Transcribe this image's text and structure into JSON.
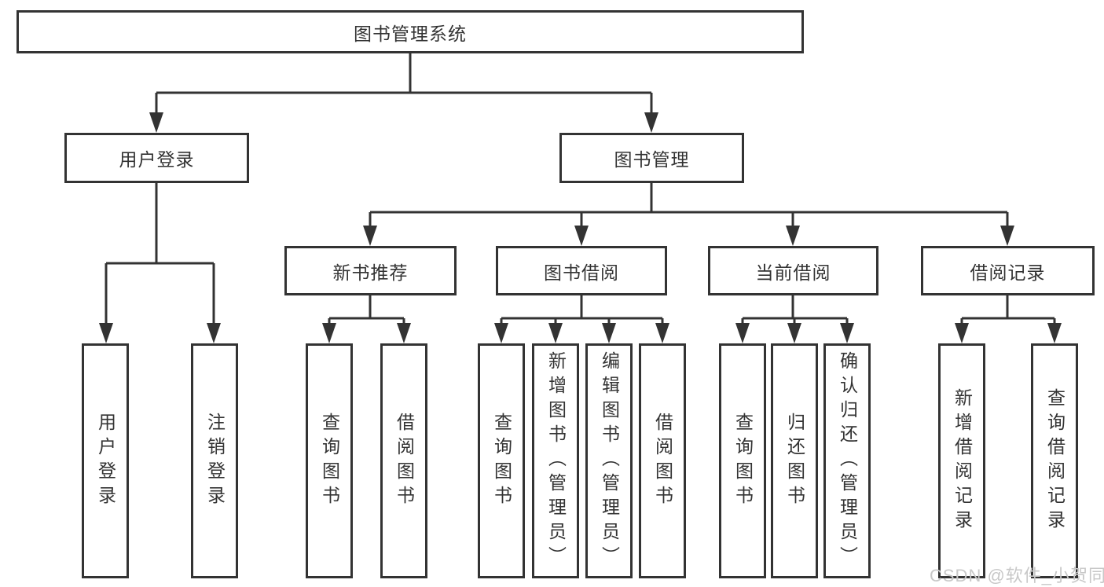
{
  "colors": {
    "line": "#333333",
    "box_border": "#333333",
    "text": "#333333",
    "watermark": "#c8c8c8",
    "background": "#ffffff"
  },
  "watermark": {
    "text": "CSDN @软件_小贺同学"
  },
  "nodes": {
    "root": {
      "label": "图书管理系统"
    },
    "user_login": {
      "label": "用户登录"
    },
    "book_mgmt": {
      "label": "图书管理"
    },
    "new_book_rec": {
      "label": "新书推荐"
    },
    "book_borrow": {
      "label": "图书借阅"
    },
    "current_borrow": {
      "label": "当前借阅"
    },
    "borrow_record": {
      "label": "借阅记录"
    },
    "leaves": {
      "user_login": {
        "label": "用户登录"
      },
      "logout": {
        "label": "注销登录"
      },
      "nb_query_book": {
        "label": "查询图书"
      },
      "nb_borrow_book": {
        "label": "借阅图书"
      },
      "bb_query_book": {
        "label": "查询图书"
      },
      "bb_add_book": {
        "label": "新增图书（管理员）"
      },
      "bb_edit_book": {
        "label": "编辑图书（管理员）"
      },
      "bb_borrow_book": {
        "label": "借阅图书"
      },
      "cb_query_book": {
        "label": "查询图书"
      },
      "cb_return_book": {
        "label": "归还图书"
      },
      "cb_confirm_return": {
        "label": "确认归还（管理员）"
      },
      "br_add_record": {
        "label": "新增借阅记录"
      },
      "br_query_record": {
        "label": "查询借阅记录"
      }
    }
  },
  "hierarchy": {
    "图书管理系统": {
      "用户登录": [
        "用户登录",
        "注销登录"
      ],
      "图书管理": {
        "新书推荐": [
          "查询图书",
          "借阅图书"
        ],
        "图书借阅": [
          "查询图书",
          "新增图书（管理员）",
          "编辑图书（管理员）",
          "借阅图书"
        ],
        "当前借阅": [
          "查询图书",
          "归还图书",
          "确认归还（管理员）"
        ],
        "借阅记录": [
          "新增借阅记录",
          "查询借阅记录"
        ]
      }
    }
  }
}
